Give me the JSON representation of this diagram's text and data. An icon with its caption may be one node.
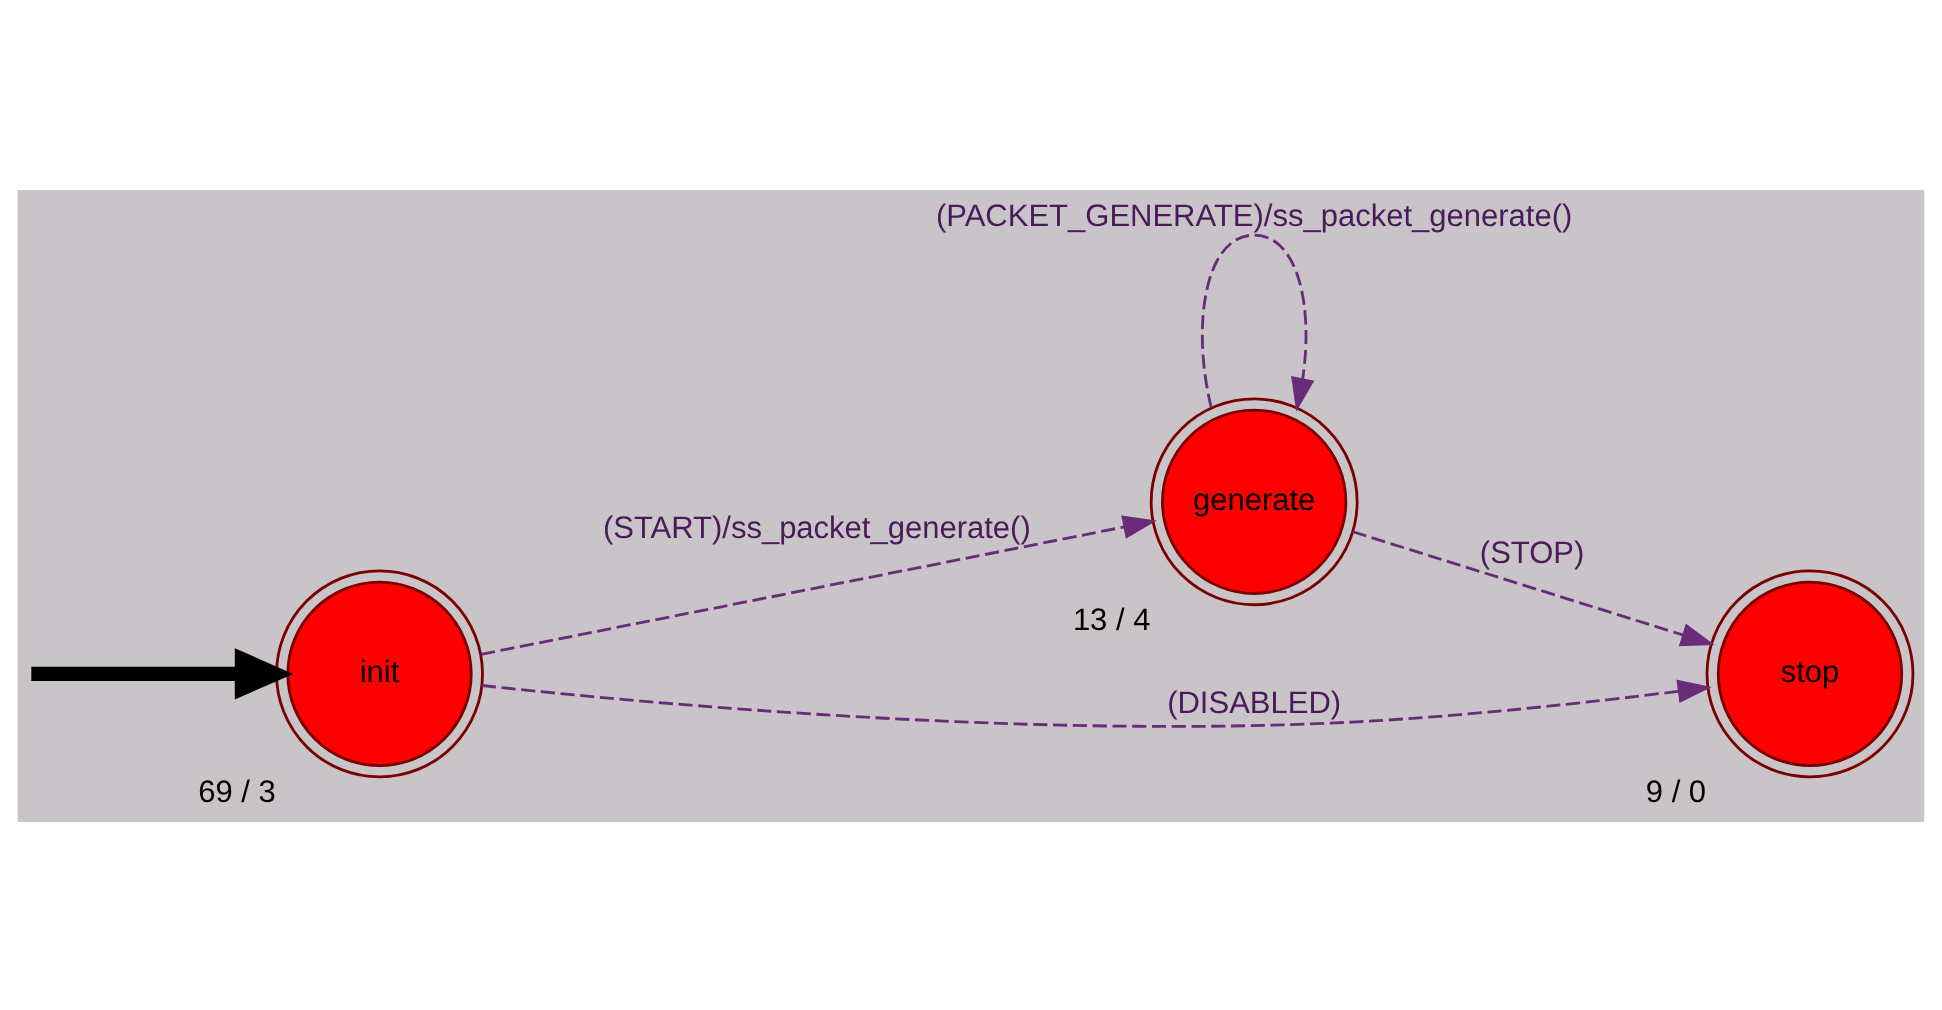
{
  "diagram": {
    "nodes": [
      {
        "text": [
          "init"
        ],
        "beside": [
          "69 / 3"
        ]
      },
      {
        "text": [
          "generate"
        ],
        "beside": [
          "13 / 4"
        ]
      },
      {
        "text": [
          "stop"
        ],
        "beside": [
          "9 / 0"
        ]
      }
    ],
    "edges": [
      {
        "from": null,
        "to": 0,
        "arrow": "to",
        "style": "thick",
        "color": "#000000"
      },
      {
        "from": 0,
        "to": 1,
        "arrow": "to",
        "style": "dashed",
        "label": "(START)/ss_packet_generate()"
      },
      {
        "from": 1,
        "to": 1,
        "arrow": "to",
        "style": "dashed",
        "label": "(PACKET_GENERATE)/ss_packet_generate()"
      },
      {
        "from": 1,
        "to": 2,
        "arrow": "to",
        "style": "dashed",
        "label": "(STOP)"
      },
      {
        "from": 0,
        "to": 2,
        "arrow": "to",
        "style": "dashed",
        "label": "(DISABLED)"
      }
    ]
  }
}
